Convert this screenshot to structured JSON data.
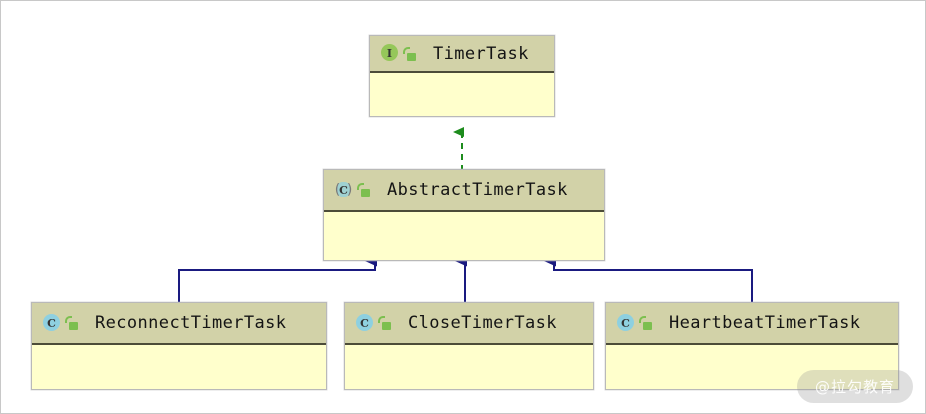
{
  "diagram": {
    "kind": "uml-class-diagram",
    "background_color": "#ffffff",
    "header_color": "#d2d2a8",
    "body_color": "#ffffcc",
    "border_color": "#b9b9b9",
    "divider_color": "#4c4c38",
    "interface_icon_color": "#95c75a",
    "class_icon_color": "#8ed0e0",
    "lock_icon_color": "#7cbf4f",
    "implements_edge_color": "#1d8c1d",
    "extends_edge_color": "#1a1a80"
  },
  "nodes": [
    {
      "id": "timer-task",
      "name": "TimerTask",
      "stereotype": "interface",
      "type_glyph": "I",
      "visibility": "public",
      "visibility_icon": "unlocked-padlock-icon",
      "type_icon": "interface-icon"
    },
    {
      "id": "abstract-timer-task",
      "name": "AbstractTimerTask",
      "stereotype": "abstract-class",
      "type_glyph": "C",
      "visibility": "public",
      "visibility_icon": "unlocked-padlock-icon",
      "type_icon": "abstract-class-icon"
    },
    {
      "id": "reconnect-timer-task",
      "name": "ReconnectTimerTask",
      "stereotype": "class",
      "type_glyph": "C",
      "visibility": "public",
      "visibility_icon": "unlocked-padlock-icon",
      "type_icon": "class-icon"
    },
    {
      "id": "close-timer-task",
      "name": "CloseTimerTask",
      "stereotype": "class",
      "type_glyph": "C",
      "visibility": "public",
      "visibility_icon": "unlocked-padlock-icon",
      "type_icon": "class-icon"
    },
    {
      "id": "heartbeat-timer-task",
      "name": "HeartbeatTimerTask",
      "stereotype": "class",
      "type_glyph": "C",
      "visibility": "public",
      "visibility_icon": "unlocked-padlock-icon",
      "type_icon": "class-icon"
    }
  ],
  "edges": [
    {
      "id": "e1",
      "from": "abstract-timer-task",
      "to": "timer-task",
      "relation": "implements",
      "style": "dashed",
      "arrow": "triangle",
      "color": "#1d8c1d"
    },
    {
      "id": "e2",
      "from": "reconnect-timer-task",
      "to": "abstract-timer-task",
      "relation": "extends",
      "style": "solid",
      "arrow": "triangle",
      "color": "#1a1a80"
    },
    {
      "id": "e3",
      "from": "close-timer-task",
      "to": "abstract-timer-task",
      "relation": "extends",
      "style": "solid",
      "arrow": "triangle",
      "color": "#1a1a80"
    },
    {
      "id": "e4",
      "from": "heartbeat-timer-task",
      "to": "abstract-timer-task",
      "relation": "extends",
      "style": "solid",
      "arrow": "triangle",
      "color": "#1a1a80"
    }
  ],
  "watermark": {
    "text": "@拉勾教育"
  }
}
